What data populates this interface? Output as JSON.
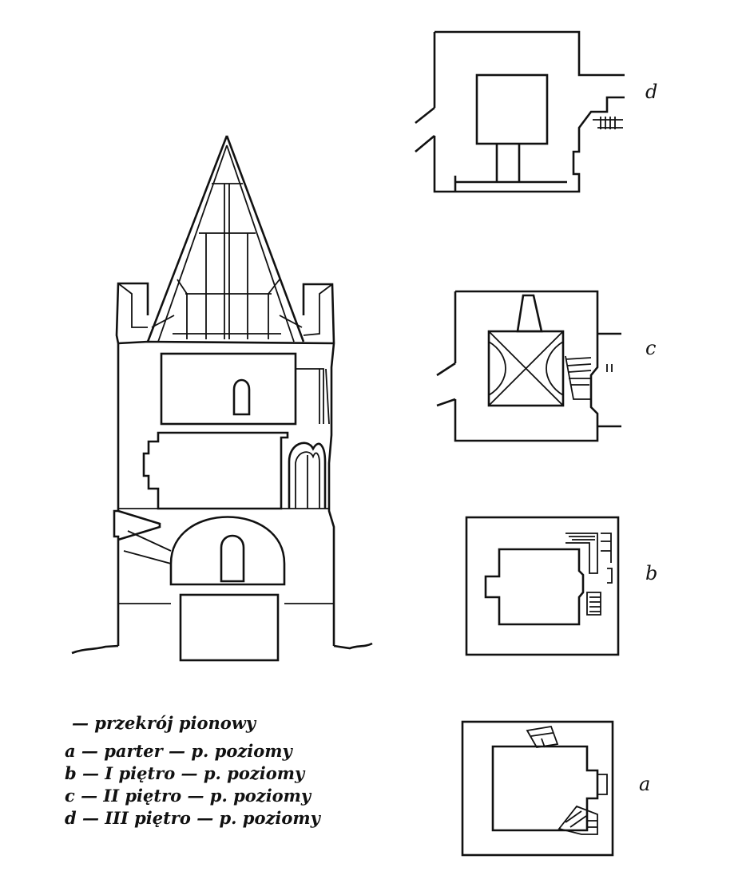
{
  "figure": {
    "plan_labels": {
      "d": "d",
      "c": "c",
      "b": "b",
      "a": "a"
    },
    "legend": [
      {
        "key": "",
        "text": "— przekrój pionowy"
      },
      {
        "key": "a",
        "text": "a — parter — p. poziomy"
      },
      {
        "key": "b",
        "text": "b — I piętro — p. poziomy"
      },
      {
        "key": "c",
        "text": "c — II piętro — p. poziomy"
      },
      {
        "key": "d",
        "text": "d — III piętro — p. poziomy"
      }
    ]
  }
}
